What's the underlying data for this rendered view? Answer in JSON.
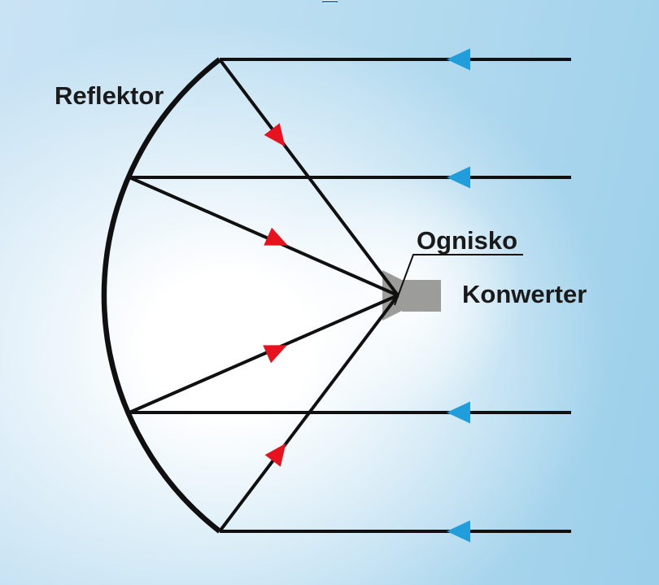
{
  "labels": {
    "reflector": "Reflektor",
    "focus": "Ognisko",
    "converter": "Konwerter"
  },
  "icons": {
    "incident_arrowhead": "left-arrowhead-icon",
    "reflected_arrowhead": "directional-arrowhead-icon"
  },
  "colors": {
    "line": "#101010",
    "text": "#1a1a1a",
    "incident_arrow": "#1f9edb",
    "reflected_arrow": "#e6131e",
    "converter_gray": "#9c9c9b",
    "bg_left": "#c9e3f4",
    "bg_mid": "#b7dcf0",
    "bg_right": "#9bcfea"
  }
}
